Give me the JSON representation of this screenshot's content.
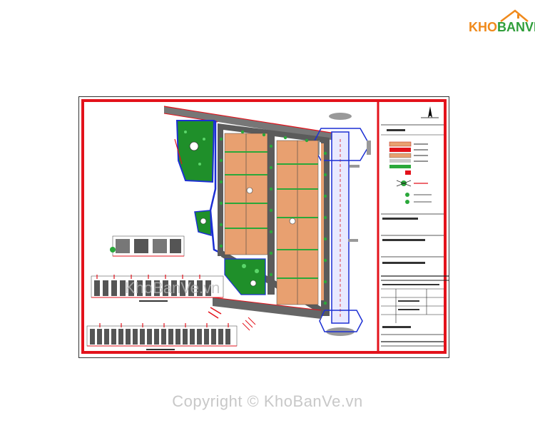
{
  "logo": {
    "text_part1": "KHO",
    "text_part2": "BANVE"
  },
  "watermark": {
    "text": "KhoBanVe.vn"
  },
  "footer": {
    "copyright": "Copyright © KhoBanVe.vn"
  },
  "colors": {
    "frame": "#e3121b",
    "lot_fill": "#e8a070",
    "green": "#1f8f2a",
    "road": "#5b5b5b",
    "blue_line": "#1c2fd4",
    "logo_orange": "#f08a1c",
    "logo_green": "#2f9e3a"
  },
  "icons": [
    "north-arrow-icon",
    "house-roof-icon"
  ]
}
